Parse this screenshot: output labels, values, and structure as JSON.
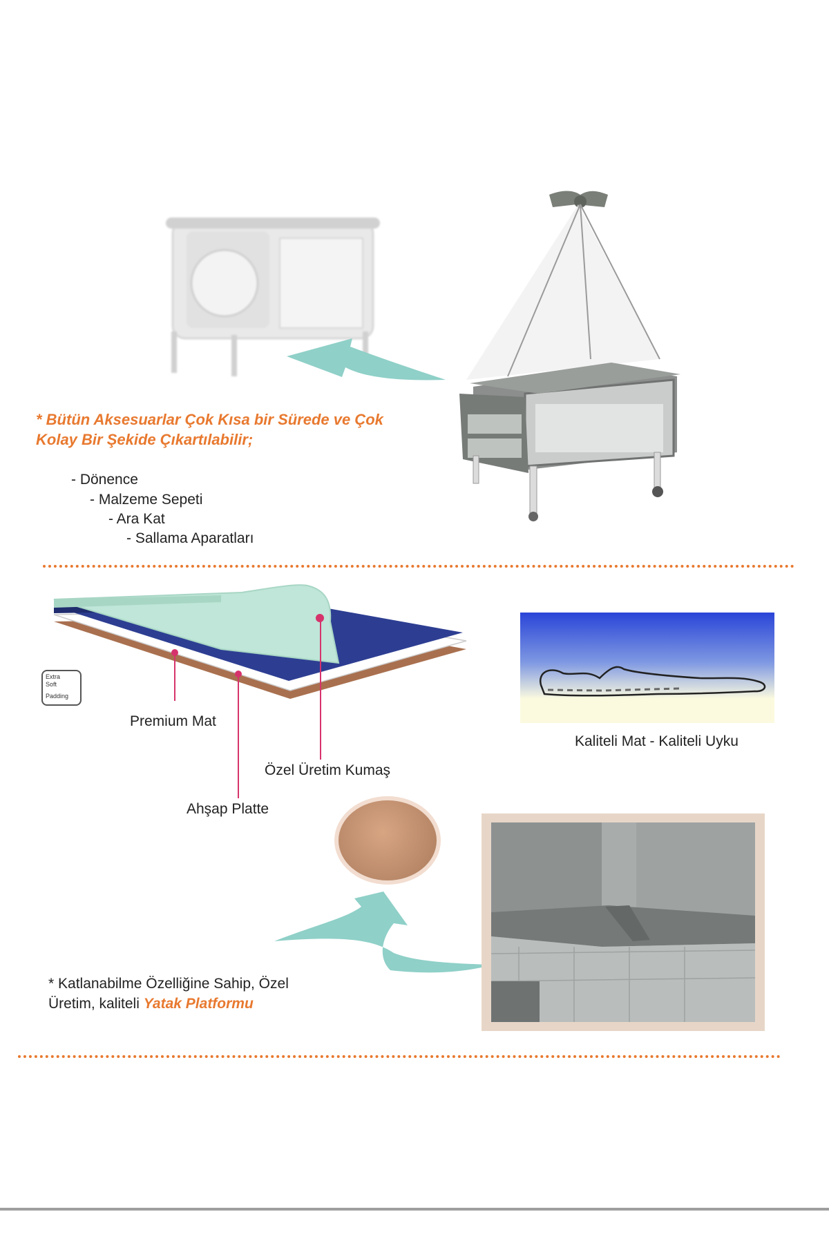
{
  "section1": {
    "title_line1": "* Bütün Aksesuarlar Çok Kısa bir Sürede ve Çok",
    "title_line2": "Kolay Bir Şekide Çıkartılabilir;",
    "items": [
      "- Dönence",
      "- Malzeme Sepeti",
      "- Ara Kat",
      "- Sallama Aparatları"
    ]
  },
  "section2": {
    "badge": {
      "line1": "Extra",
      "line2": "Soft",
      "line3": "Padding"
    },
    "label_premium": "Premium Mat",
    "label_fabric": "Özel Üretim Kumaş",
    "label_wood": "Ahşap Platte",
    "sleep_caption": "Kaliteli Mat - Kaliteli Uyku",
    "platform_text_line1": "* Katlanabilme Özelliğine Sahip, Özel",
    "platform_text_line2_prefix": "Üretim, kaliteli ",
    "platform_text_accent": "Yatak Platformu"
  },
  "colors": {
    "accent_orange": "#e8792f",
    "teal_arrow": "#8fd0c8",
    "marker_pink": "#d6336c",
    "mat_blue": "#2d3e92",
    "mat_mint": "#bfe6d8",
    "wood_brown": "#a9704f"
  }
}
